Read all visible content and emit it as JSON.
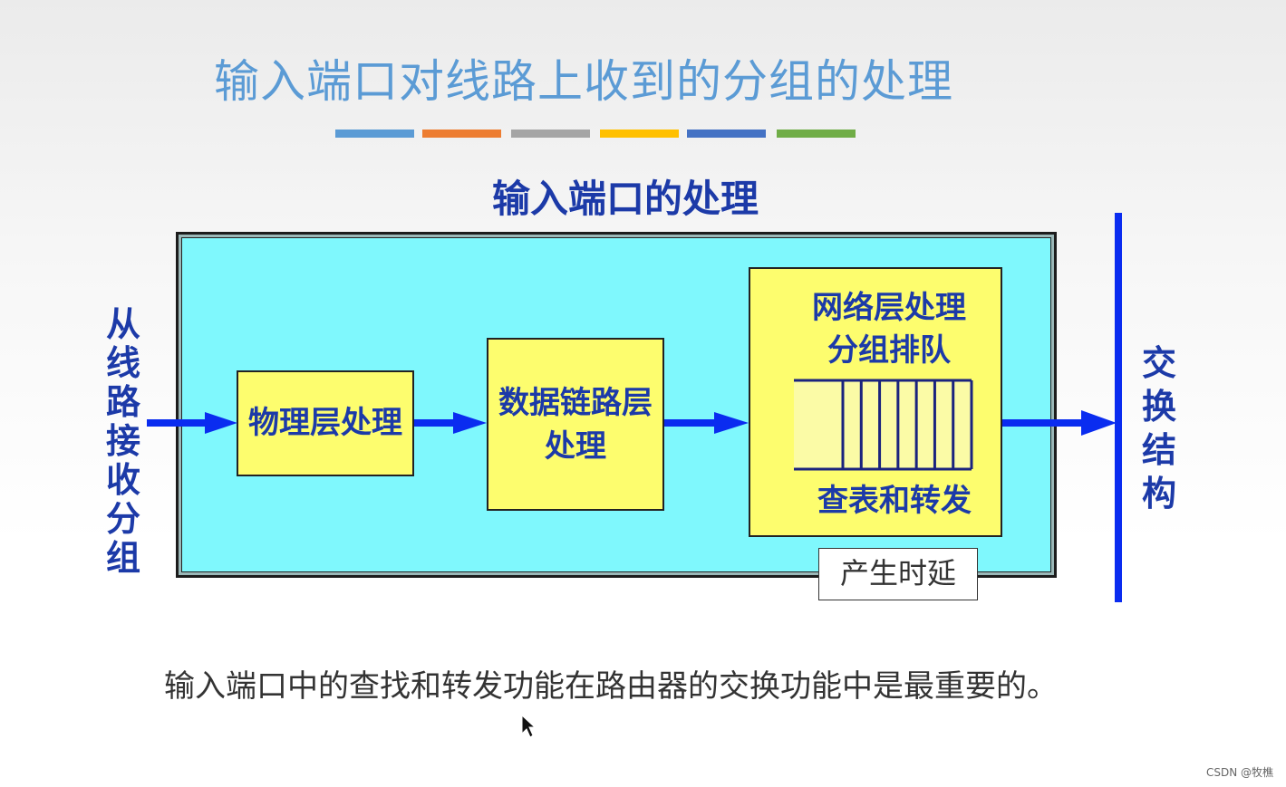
{
  "slide": {
    "title": "输入端口对线路上收到的分组的处理",
    "accent_colors": [
      "#5b9bd5",
      "#ed7d31",
      "#a5a5a5",
      "#ffc000",
      "#4472c4",
      "#70ad47"
    ],
    "caption": "输入端口中的查找和转发功能在路由器的交换功能中是最重要的。",
    "watermark": "CSDN @牧樵"
  },
  "diagram": {
    "title": "输入端口的处理",
    "left_label": "从\n线\n路\n接\n收\n分\n组",
    "right_label": "交\n换\n结\n构",
    "physical_layer": "物理层处理",
    "data_link_layer_line1": "数据链路层",
    "data_link_layer_line2": "处理",
    "network_layer_line1": "网络层处理",
    "network_layer_line2": "分组排队",
    "lookup_forward": "查表和转发",
    "delay_label": "产生时延",
    "queue_slots": 8,
    "colors": {
      "container_fill": "#7ff8fd",
      "box_fill": "#fdfd6e",
      "text_blue": "#1c3aa8",
      "arrow_blue": "#0a2cf0"
    }
  }
}
